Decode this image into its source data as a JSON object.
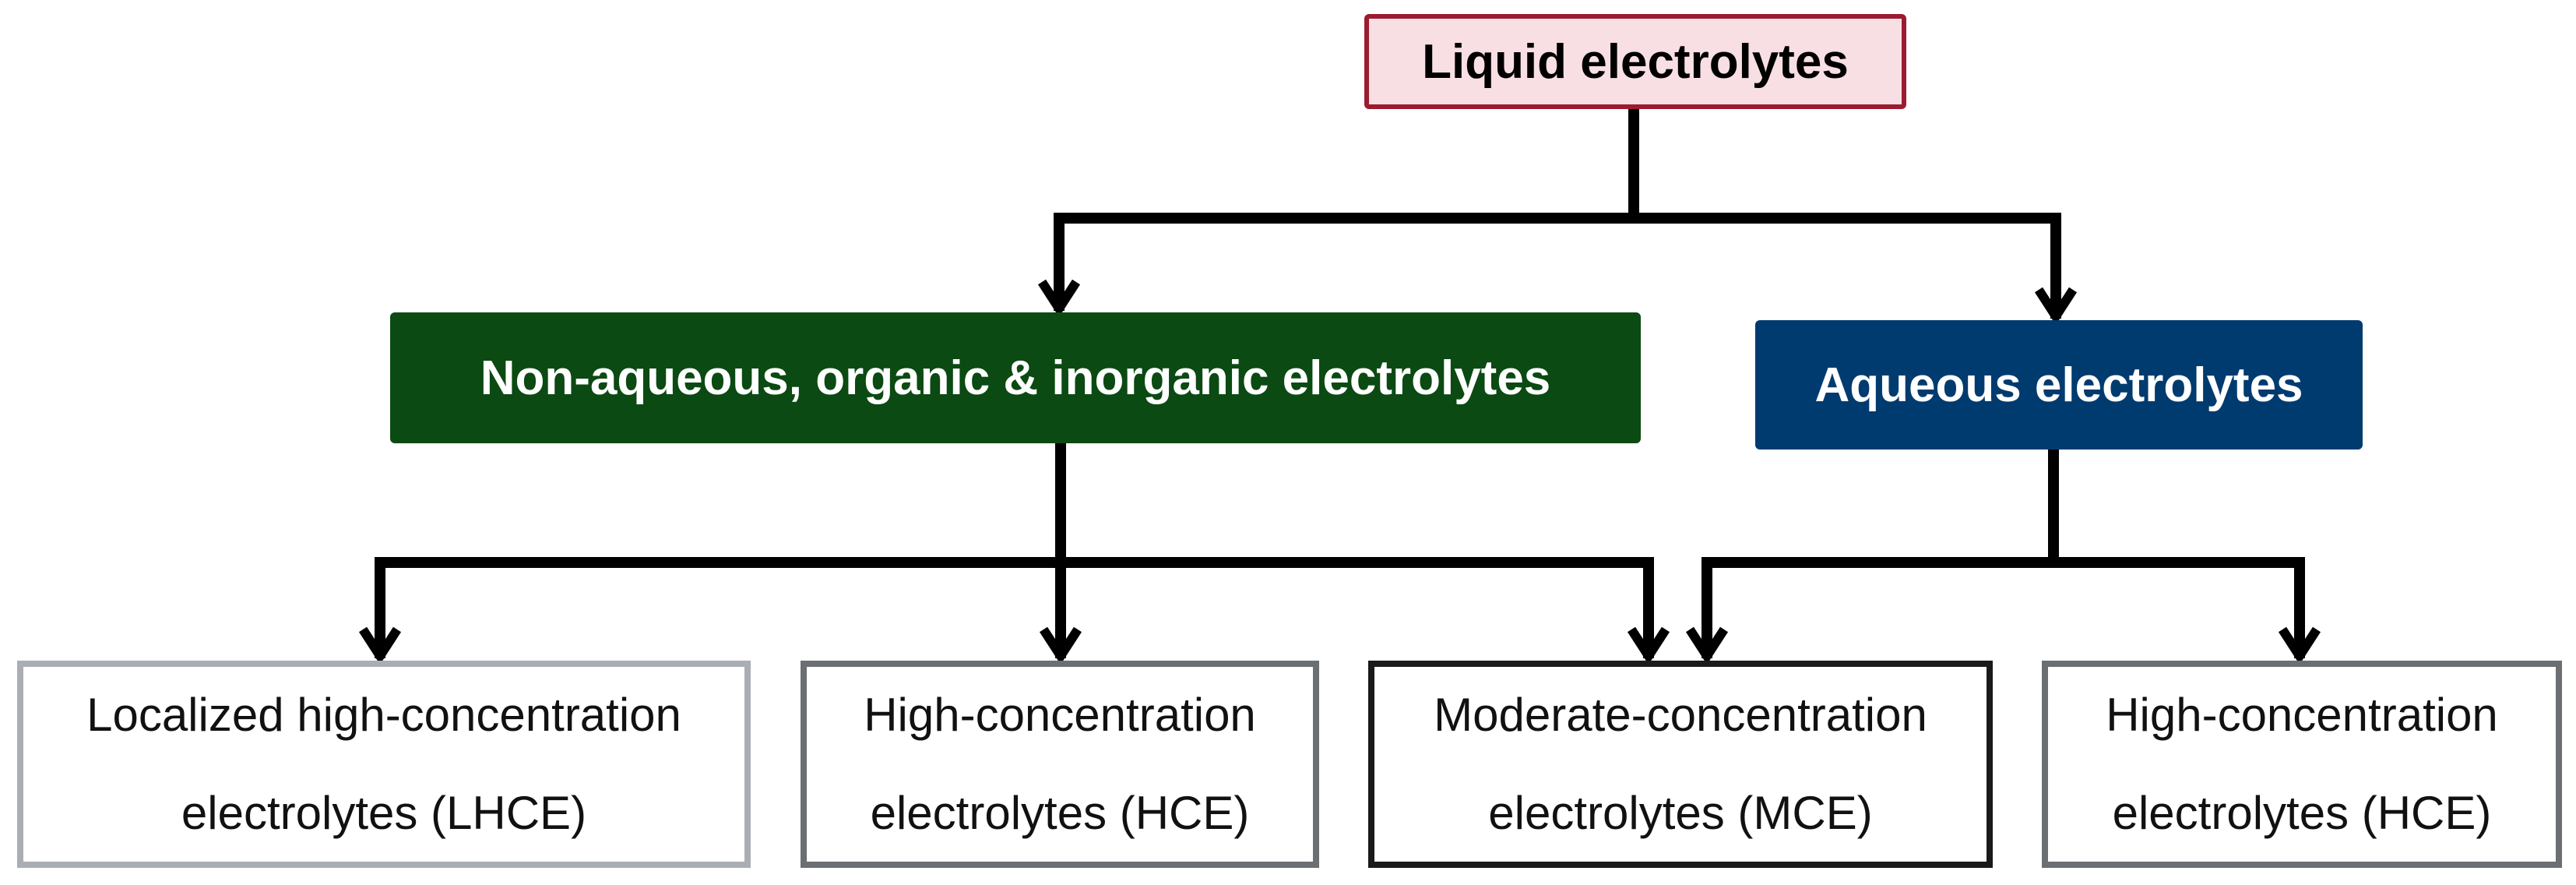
{
  "root": {
    "label": "Liquid electrolytes"
  },
  "branches": {
    "non_aqueous": {
      "label": "Non-aqueous, organic & inorganic electrolytes"
    },
    "aqueous": {
      "label": "Aqueous electrolytes"
    }
  },
  "leaves": {
    "lhce": {
      "line1": "Localized high-concentration",
      "line2": "electrolytes (LHCE)"
    },
    "hce_non_aqueous": {
      "line1": "High-concentration",
      "line2": "electrolytes (HCE)"
    },
    "mce": {
      "line1": "Moderate-concentration",
      "line2": "electrolytes (MCE)"
    },
    "hce_aqueous": {
      "line1": "High-concentration",
      "line2": "electrolytes (HCE)"
    }
  },
  "colors": {
    "root_fill": "#f8dfe3",
    "root_border": "#9b1b30",
    "non_aqueous_fill": "#0b4a12",
    "aqueous_fill": "#003b6f",
    "leaf_lhce_border": "#a9aeb4",
    "leaf_gray_border": "#6b6e72",
    "leaf_dark_border": "#1a1a1a",
    "connector": "#000000"
  },
  "edges": [
    {
      "from": "root",
      "to": "non_aqueous"
    },
    {
      "from": "root",
      "to": "aqueous"
    },
    {
      "from": "non_aqueous",
      "to": "lhce"
    },
    {
      "from": "non_aqueous",
      "to": "hce_non_aqueous"
    },
    {
      "from": "non_aqueous",
      "to": "mce"
    },
    {
      "from": "aqueous",
      "to": "mce"
    },
    {
      "from": "aqueous",
      "to": "hce_aqueous"
    }
  ]
}
